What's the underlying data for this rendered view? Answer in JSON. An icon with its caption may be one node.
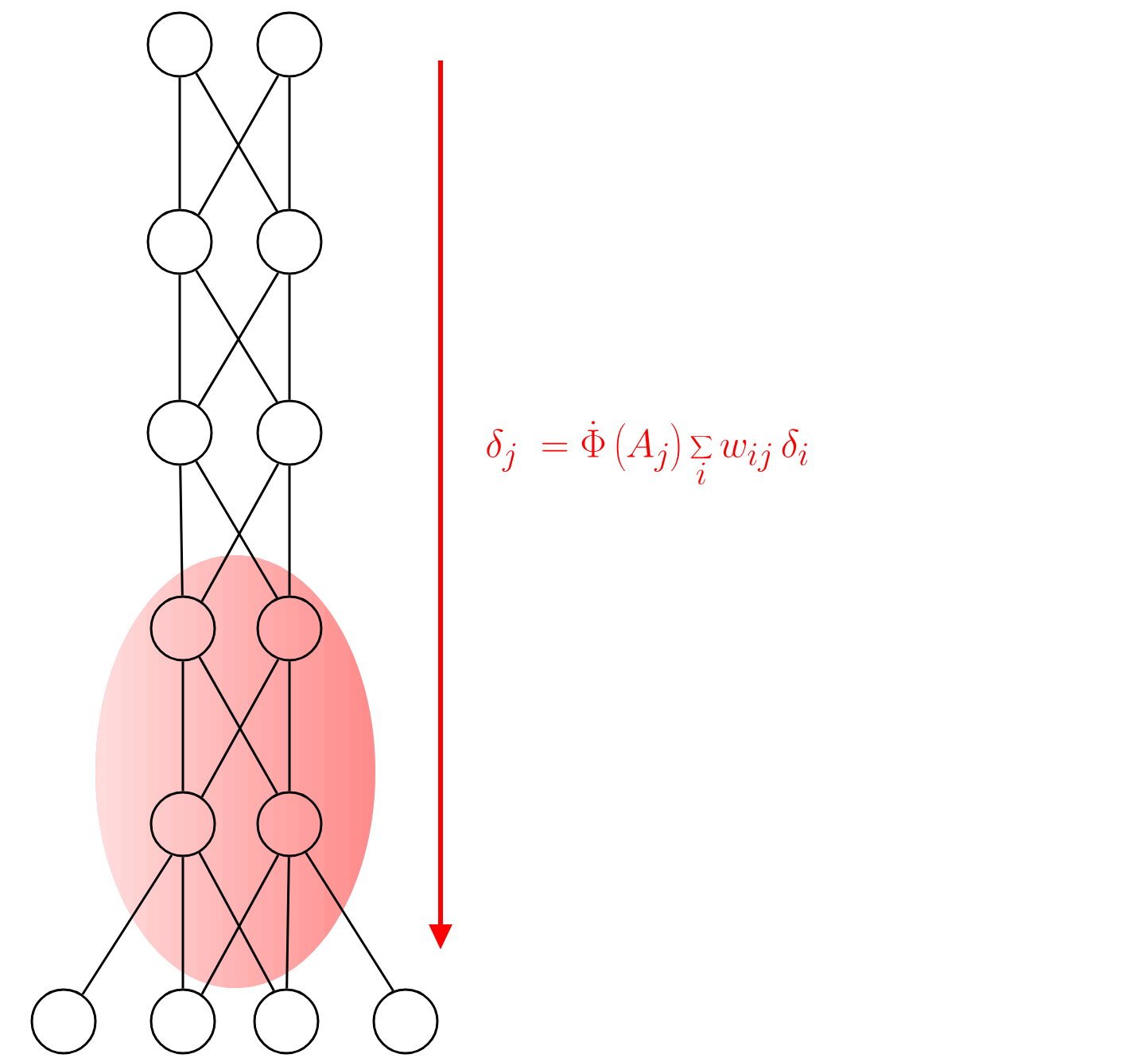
{
  "diagram": {
    "nodes": [
      {
        "text": [],
        "shape": "ellipse"
      },
      {
        "text": [],
        "shape": "circle"
      },
      {
        "text": [],
        "shape": "circle"
      },
      {
        "text": [],
        "shape": "circle"
      },
      {
        "text": [],
        "shape": "circle"
      },
      {
        "text": [],
        "shape": "circle"
      },
      {
        "text": [],
        "shape": "circle"
      },
      {
        "text": [],
        "shape": "circle",
        "in": 0
      },
      {
        "text": [],
        "shape": "circle",
        "in": 0
      },
      {
        "text": [],
        "shape": "circle",
        "in": 0
      },
      {
        "text": [],
        "shape": "circle",
        "in": 0
      },
      {
        "text": [],
        "shape": "circle"
      },
      {
        "text": [],
        "shape": "circle"
      },
      {
        "text": [],
        "shape": "circle"
      },
      {
        "text": [],
        "shape": "circle"
      }
    ],
    "edges": [
      {
        "from": 1,
        "to": 3,
        "arrow": "none"
      },
      {
        "from": 1,
        "to": 4,
        "arrow": "none"
      },
      {
        "from": 2,
        "to": 3,
        "arrow": "none"
      },
      {
        "from": 2,
        "to": 4,
        "arrow": "none"
      },
      {
        "from": 3,
        "to": 5,
        "arrow": "none"
      },
      {
        "from": 3,
        "to": 6,
        "arrow": "none"
      },
      {
        "from": 4,
        "to": 5,
        "arrow": "none"
      },
      {
        "from": 4,
        "to": 6,
        "arrow": "none"
      },
      {
        "from": 5,
        "to": 7,
        "arrow": "none"
      },
      {
        "from": 5,
        "to": 8,
        "arrow": "none"
      },
      {
        "from": 6,
        "to": 7,
        "arrow": "none"
      },
      {
        "from": 6,
        "to": 8,
        "arrow": "none"
      },
      {
        "from": 7,
        "to": 9,
        "arrow": "none"
      },
      {
        "from": 7,
        "to": 10,
        "arrow": "none"
      },
      {
        "from": 8,
        "to": 9,
        "arrow": "none"
      },
      {
        "from": 8,
        "to": 10,
        "arrow": "none"
      },
      {
        "from": 9,
        "to": 11,
        "arrow": "none"
      },
      {
        "from": 9,
        "to": 12,
        "arrow": "none"
      },
      {
        "from": 9,
        "to": 13,
        "arrow": "none"
      },
      {
        "from": 10,
        "to": 12,
        "arrow": "none"
      },
      {
        "from": 10,
        "to": 13,
        "arrow": "none"
      },
      {
        "from": 10,
        "to": 14,
        "arrow": "none"
      }
    ],
    "labels": [
      "\\delta_{j} \\;= \\dot{\\Phi}\\left(A_{j}\\right)\\sum_{i} w_{ij}\\,\\delta_{i}"
    ]
  }
}
